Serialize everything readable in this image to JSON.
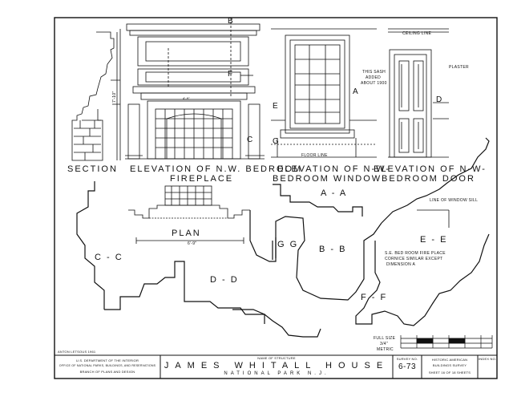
{
  "views": {
    "section": "SECTION",
    "elevation_fireplace_1": "ELEVATION OF N.W. BEDROOM",
    "elevation_fireplace_2": "FIREPLACE",
    "elevation_window_1": "ELEVATION OF N-W-",
    "elevation_window_2": "BEDROOM WINDOW",
    "elevation_door_1": "ELEVATION OF N-W-",
    "elevation_door_2": "BEDROOM DOOR",
    "plan": "PLAN",
    "plan_dim": "6'-9\""
  },
  "profiles": {
    "aa": "A - A",
    "bb": "B - B",
    "cc": "C - C",
    "dd": "D - D",
    "ee": "E - E",
    "ff": "F - F",
    "gg": "G G"
  },
  "annotations": {
    "sash_1": "THIS SASH",
    "sash_2": "ADDED",
    "sash_3": "ABOUT 1900",
    "ceiling_line": "CEILING LINE",
    "plaster": "PLASTER",
    "floor_line": "FLOOR LINE",
    "window_sill": "LINE OF WINDOW SILL",
    "se_note_1": "S.E. BED ROOM FIRE PLACE",
    "se_note_2": "CORNICE SIMILAR EXCEPT",
    "se_note_3": "DIMENSION A"
  },
  "markers": {
    "b": "B",
    "f": "F",
    "a": "A",
    "d": "D",
    "e": "E",
    "g": "G",
    "c": "C"
  },
  "scale": {
    "full_size": "FULL SIZE",
    "three_quarter": "3/4\"",
    "metric": "METRIC"
  },
  "delineator": "ANTON LETSOUS 1961",
  "title_block": {
    "agency_1": "U.S. DEPARTMENT OF THE INTERIOR",
    "agency_2": "OFFICE OF NATIONAL PARKS, BUILDINGS, AND RESERVATIONS",
    "agency_3": "BRANCH OF PLANS AND DESIGN",
    "name_label": "NAME OF STRUCTURE",
    "name": "JAMES WHITALL HOUSE",
    "location": "NATIONAL PARK N.J.",
    "survey_label": "SURVEY NO.",
    "survey_no": "6-73",
    "habs_1": "HISTORIC AMERICAN",
    "habs_2": "BUILDINGS SURVEY",
    "sheet": "SHEET 16 OF 18 SHEETS",
    "index_label": "INDEX NO."
  }
}
